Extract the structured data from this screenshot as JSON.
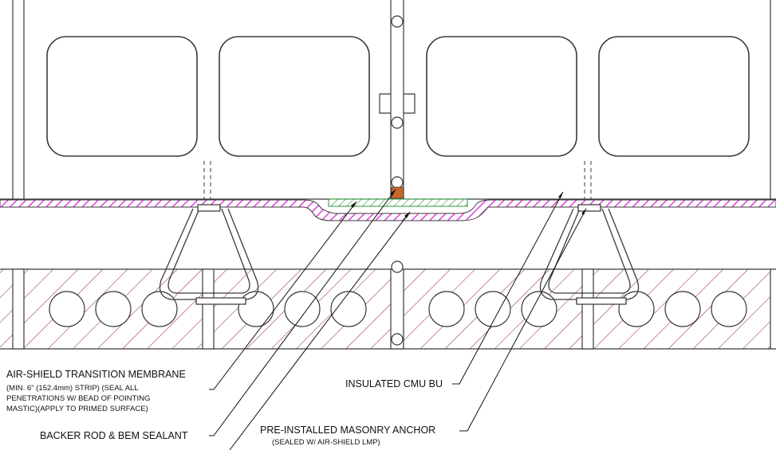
{
  "colors": {
    "line": "#3a3a3a",
    "membrane_hatch": "#e040e0",
    "brick_hatch": "#a03030",
    "transition_strip": "#2a9a3a",
    "sealant": "#c8652a",
    "text": "#111111"
  },
  "callouts": {
    "transition_membrane": {
      "title": "AIR-SHIELD TRANSITION MEMBRANE",
      "line1": "(MIN. 6\" (152.4mm) STRIP) (SEAL ALL",
      "line2": "PENETRATIONS W/ BEAD OF POINTING",
      "line3": "MASTIC)(APPLY TO PRIMED SURFACE)"
    },
    "backer_rod": {
      "title": "BACKER ROD & BEM SEALANT"
    },
    "insulated_cmu": {
      "title": "INSULATED CMU BU"
    },
    "masonry_anchor": {
      "title": "PRE-INSTALLED MASONRY ANCHOR",
      "sub": "(SEALED W/ AIR-SHIELD LMP)"
    }
  }
}
